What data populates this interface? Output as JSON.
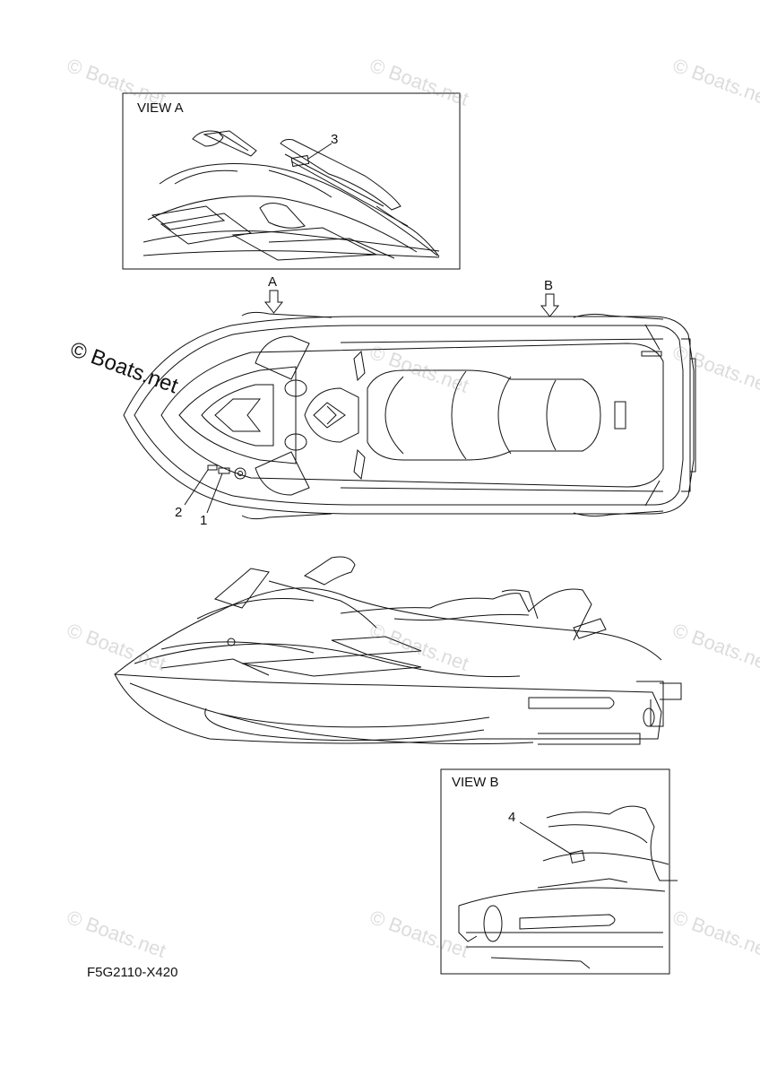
{
  "view_a": {
    "title": "VIEW A",
    "callout": "3"
  },
  "view_b": {
    "title": "VIEW B",
    "callout": "4"
  },
  "top_view": {
    "arrow_a": "A",
    "arrow_b": "B",
    "callout_1": "1",
    "callout_2": "2"
  },
  "figure_code": "F5G2110-X420",
  "watermark": {
    "text": "© Boats.net"
  }
}
